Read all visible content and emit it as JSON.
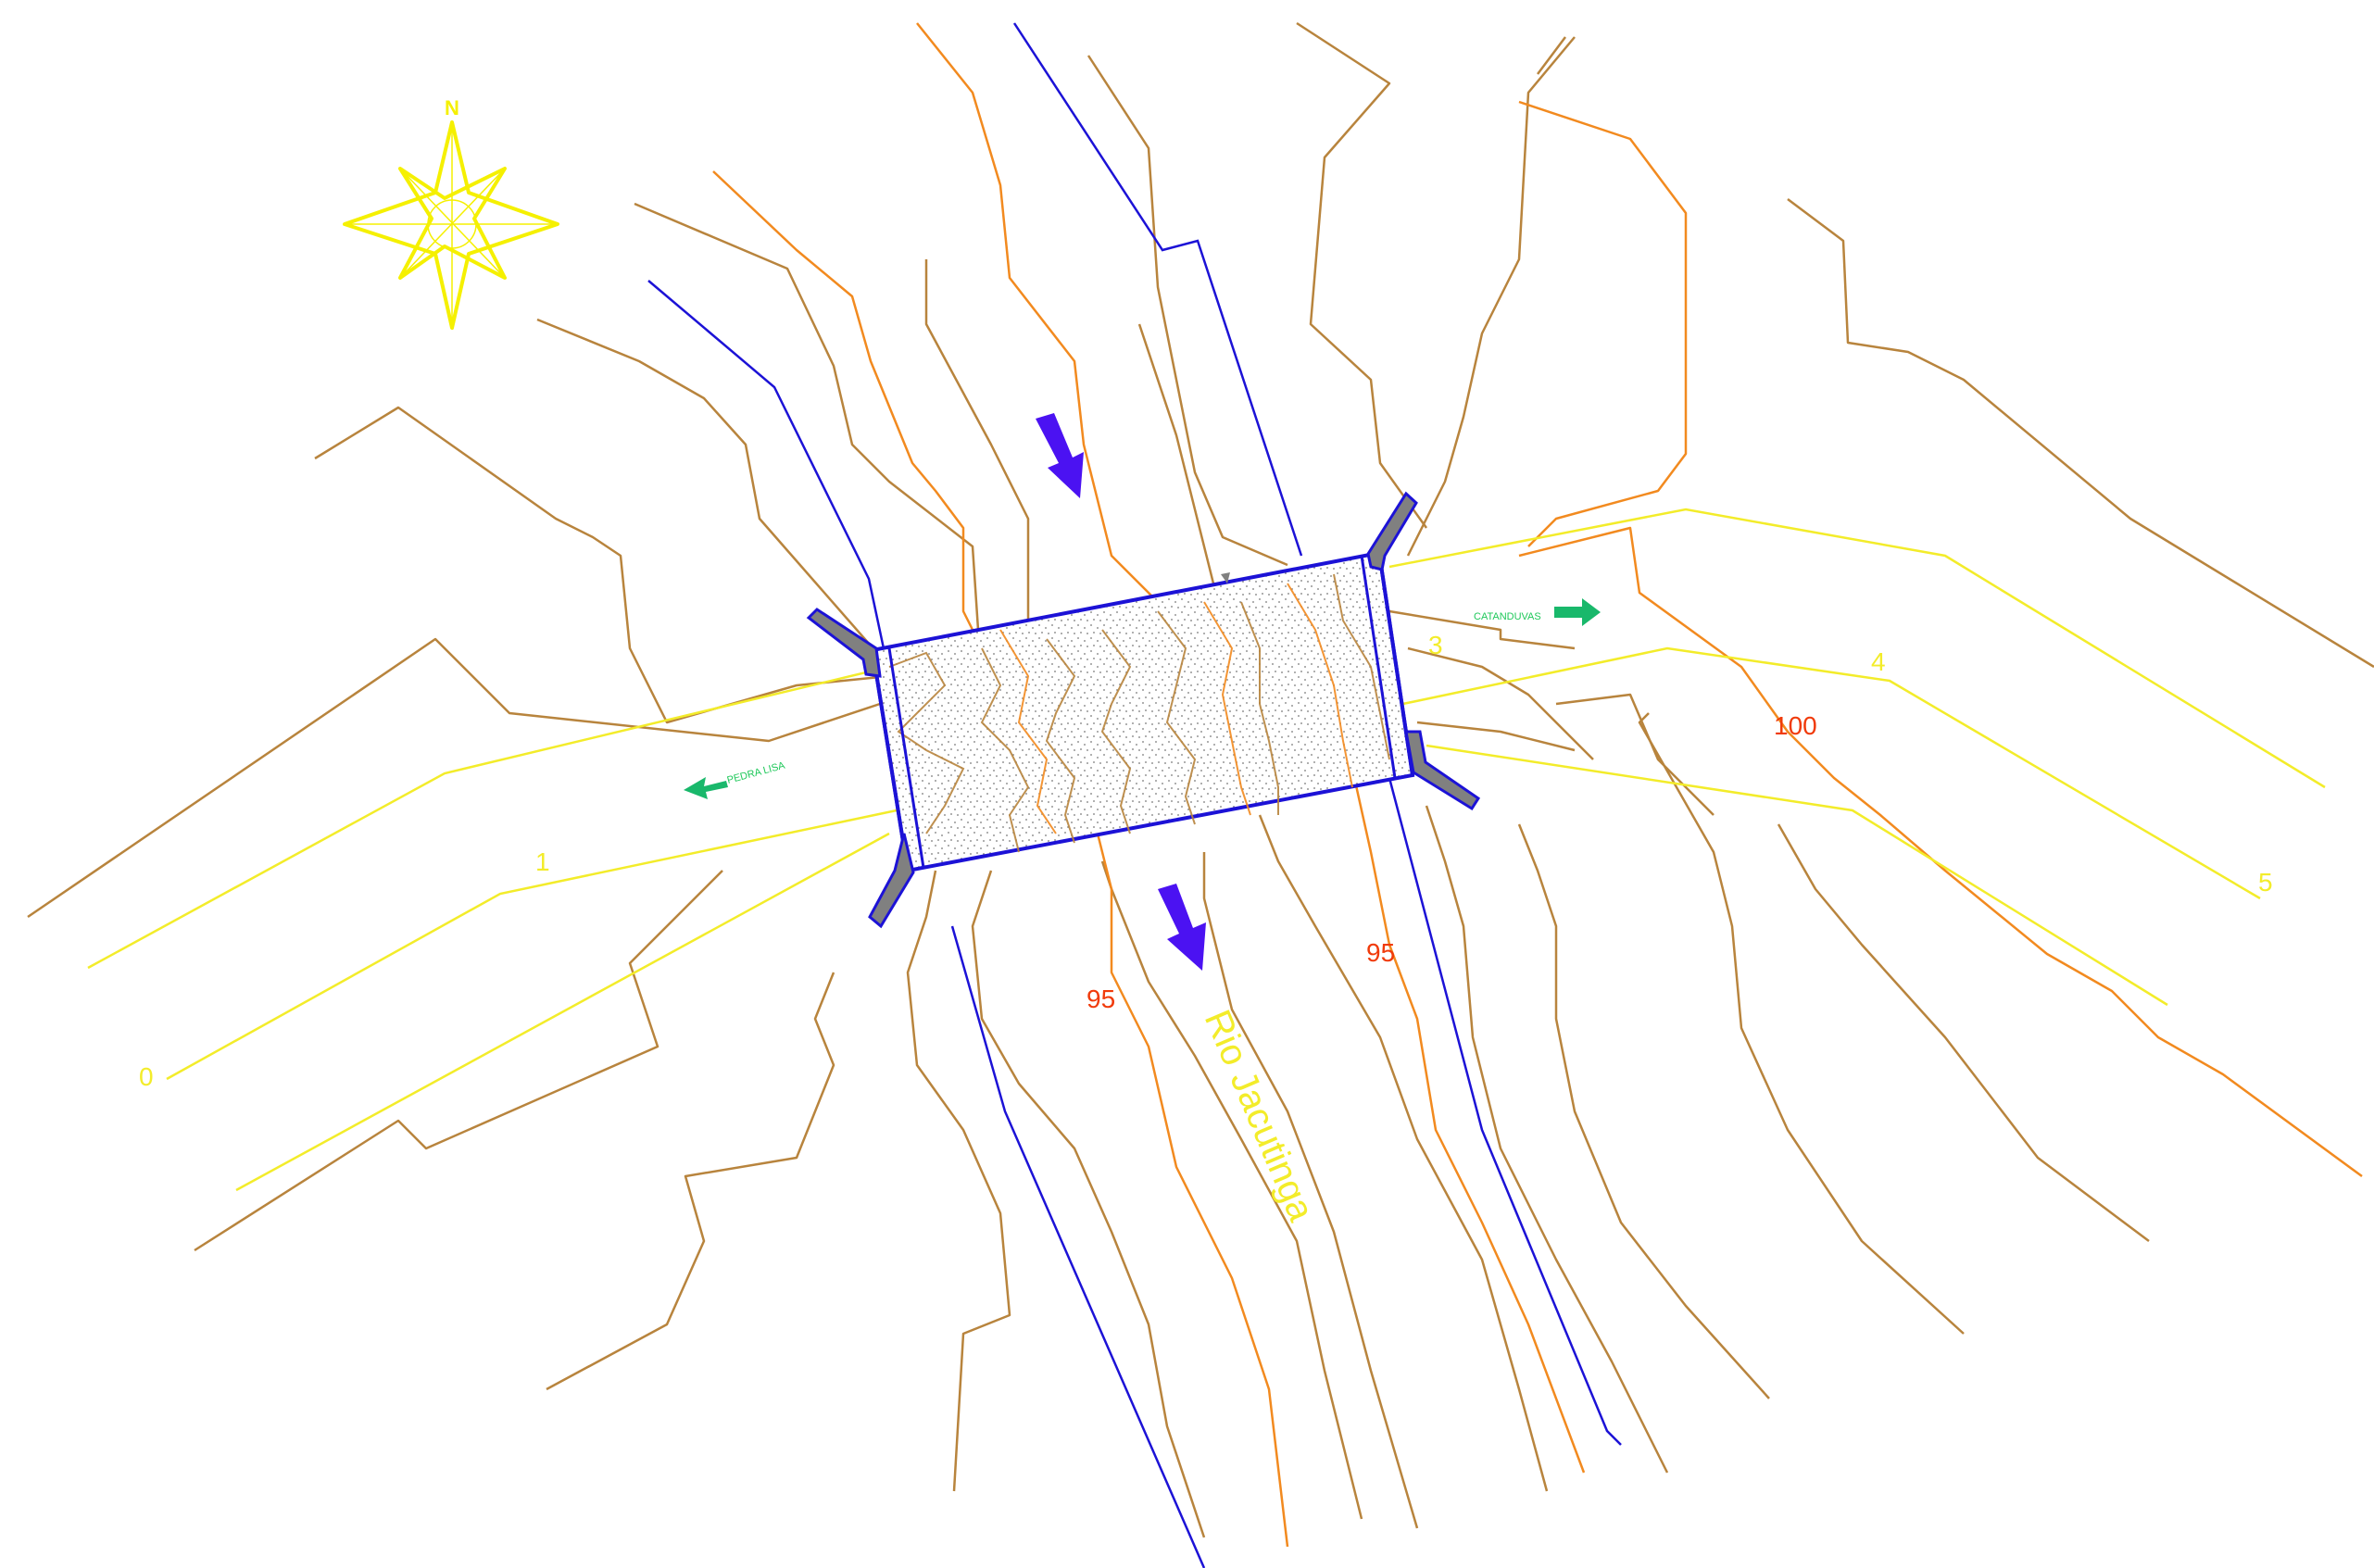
{
  "map": {
    "colors": {
      "background": "#ffffff",
      "contour_minor": "#b8843d",
      "contour_major": "#f28a1f",
      "grid_line": "#f3ec2a",
      "river_bank": "#1c12d6",
      "flow_arrow": "#4b12f2",
      "direction_arrow": "#19b86b",
      "direction_text": "#1fc85a",
      "elevation_label": "#f03a0a",
      "north_arrow": "#f5f000",
      "bridge_fill": "#e8e8e8",
      "abutment": "#808080"
    },
    "north_label": "N",
    "river_name": "Rio Jacutinga",
    "directions": {
      "left": "PEDRA LISA",
      "right": "CATANDUVAS"
    },
    "elevation_labels": {
      "a": "95",
      "b": "95",
      "c": "100"
    },
    "grid_labels": {
      "l0": "0",
      "l1": "1",
      "l3": "3",
      "l4": "4",
      "l5": "5"
    },
    "icons": {
      "north": "compass-rose-icon",
      "flow": "flow-direction-arrow-icon",
      "direction": "road-direction-arrow-icon"
    }
  }
}
